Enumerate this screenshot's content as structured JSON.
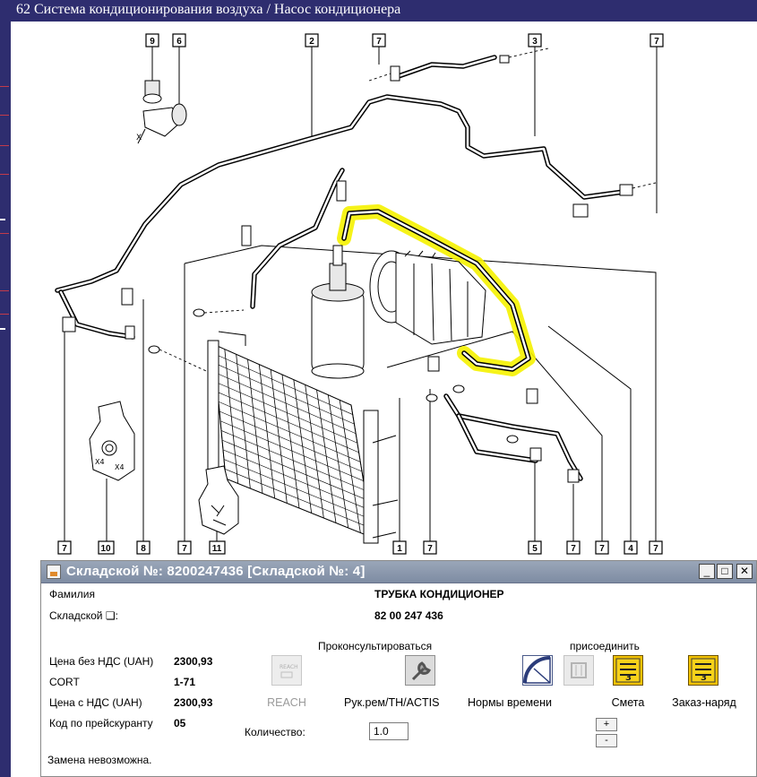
{
  "window": {
    "title": "62 Система кондиционирования воздуха / Насос кондиционера"
  },
  "diagram": {
    "callouts": [
      "9",
      "6",
      "2",
      "7",
      "3",
      "7",
      "8",
      "7",
      "11",
      "1",
      "7",
      "5",
      "7",
      "7",
      "4",
      "7",
      "10",
      "7"
    ],
    "highlight_color": "#f5f200"
  },
  "dialog": {
    "title": "Складской №: 8200247436 [Складской №: 4]",
    "controls": {
      "minimize": "_",
      "maximize": "□",
      "close": "✕"
    },
    "fields": {
      "family_label": "Фамилия",
      "family_value": "ТРУБКА КОНДИЦИОНЕР",
      "stock_label": "Складской ❏:",
      "stock_value": "82 00 247 436",
      "price_no_vat_label": "Цена без НДС (UAH)",
      "price_no_vat_value": "2300,93",
      "cort_label": "CORT",
      "cort_value": "1-71",
      "price_vat_label": "Цена с НДС (UAH)",
      "price_vat_value": "2300,93",
      "price_code_label": "Код по прейскуранту",
      "price_code_value": "05"
    },
    "sections": {
      "consult": "Проконсультироваться",
      "attach": "присоединить"
    },
    "buttons": {
      "reach": "REACH",
      "manual": "Рук.рем/TH/ACTIS",
      "time_norms": "Нормы времени",
      "estimate": "Смета",
      "work_order": "Заказ-наряд"
    },
    "quantity": {
      "label": "Количество:",
      "value": "1.0",
      "plus": "+",
      "minus": "-"
    },
    "status": "Замена невозможна."
  }
}
